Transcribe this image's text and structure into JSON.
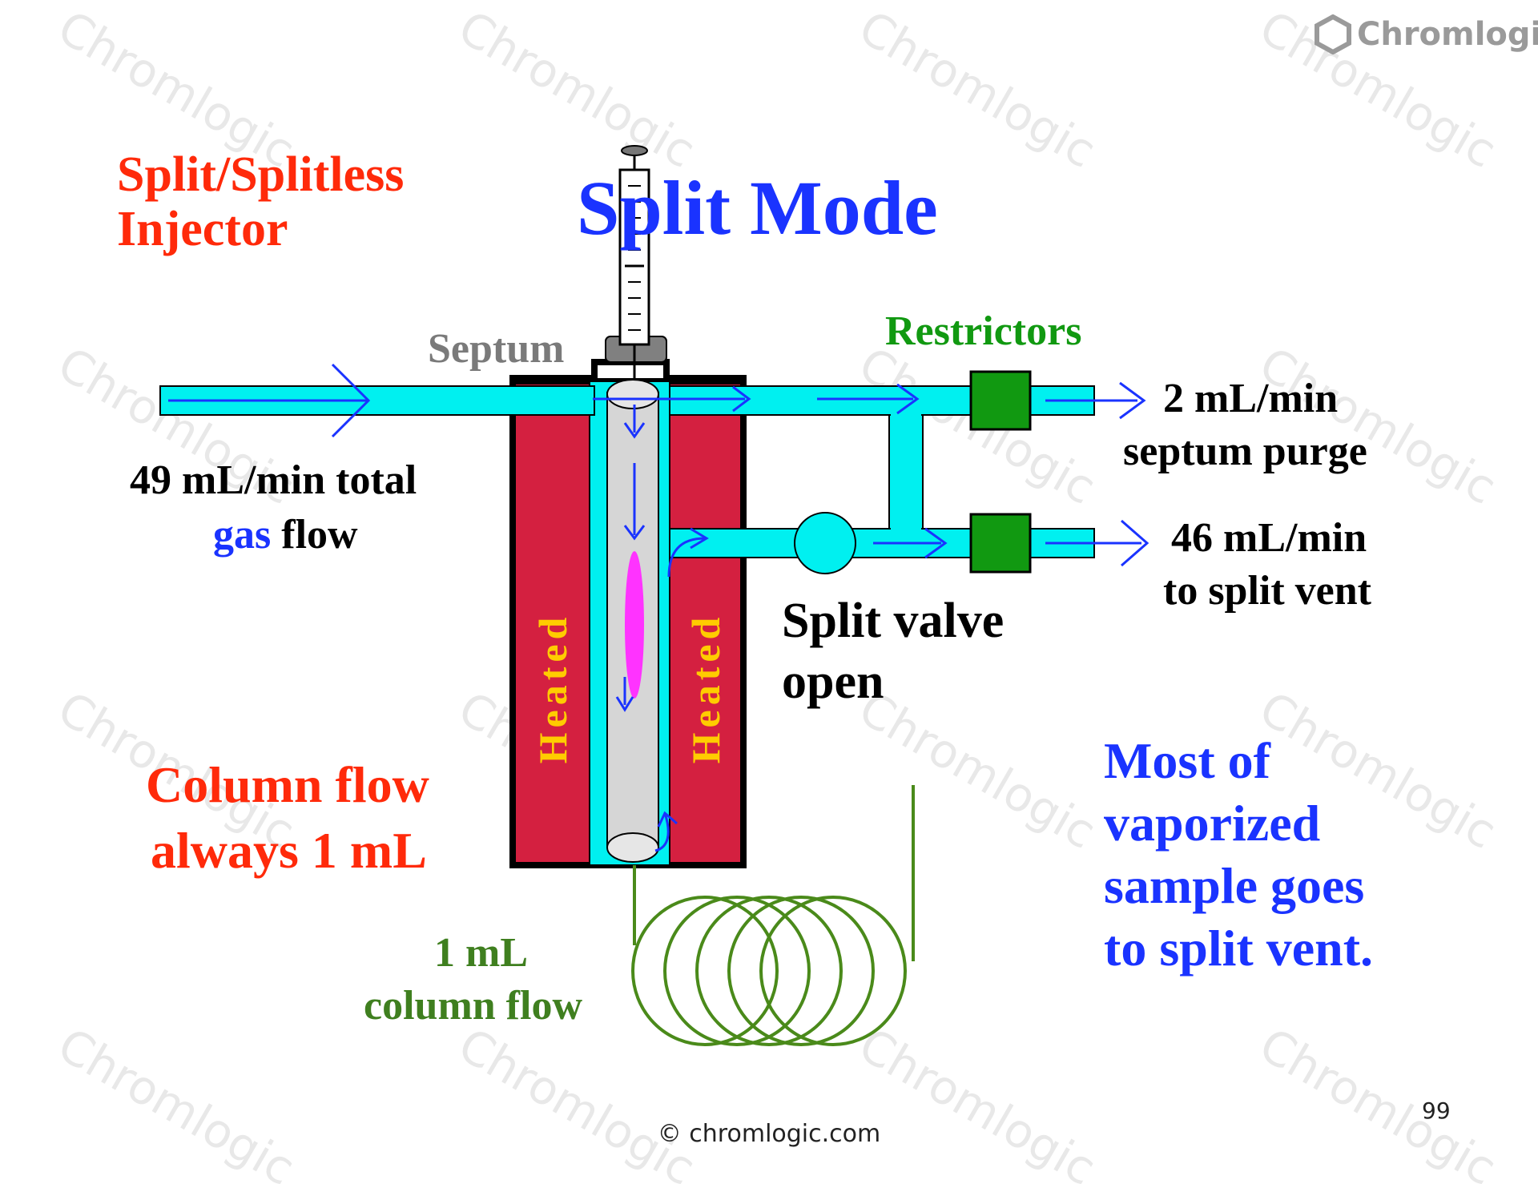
{
  "brand": {
    "logo_text": "Chromlogic",
    "watermark_text": "Chromlogic"
  },
  "title": {
    "injector": "Split/Splitless\nInjector",
    "mode": "Split Mode"
  },
  "labels": {
    "septum": "Septum",
    "restrictors": "Restrictors",
    "total_flow_line1": "49 mL/min total",
    "total_flow_gas": "gas",
    "total_flow_rest": " flow",
    "purge_line1": "2 mL/min",
    "purge_line2": "septum purge",
    "vent_line1": "46 mL/min",
    "vent_line2": "to split vent",
    "valve_line1": "Split valve",
    "valve_line2": "open",
    "heated": "Heated",
    "column_flow_note_line1": "Column flow",
    "column_flow_note_line2": "always 1 mL",
    "column_flow_line1": "1 mL",
    "column_flow_line2": "column flow",
    "sample_line1": "Most of",
    "sample_line2": "vaporized",
    "sample_line3": "sample goes",
    "sample_line4": "to split vent."
  },
  "footer": {
    "copyright": "© chromlogic.com",
    "page_number": "99"
  },
  "colors": {
    "title_blue": "#1a33ff",
    "injector_red": "#ff2a0a",
    "gas_cyan": "#00f0f0",
    "heater_red": "#d42040",
    "restrictor_green": "#119911",
    "column_green": "#4a8a1a",
    "sample_magenta": "#ff33ff"
  }
}
